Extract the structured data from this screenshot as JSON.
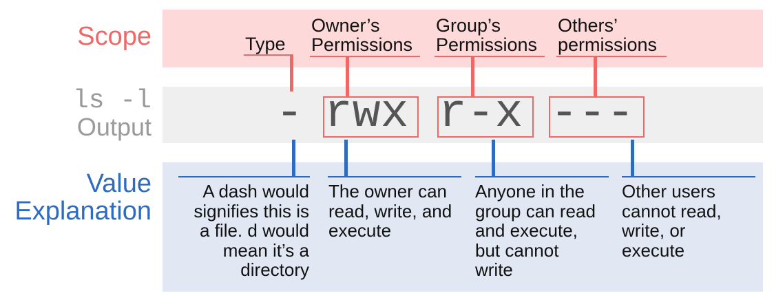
{
  "rows": {
    "scope": "Scope",
    "ls": "ls -l",
    "output": "Output",
    "value": "Value",
    "explanation": "Explanation"
  },
  "scope_labels": {
    "type": "Type",
    "owner_line1": "Owner’s",
    "owner_line2": "Permissions",
    "group_line1": "Group’s",
    "group_line2": "Permissions",
    "others_line1": "Others’",
    "others_line2": "permissions"
  },
  "output_glyphs": {
    "type": "-",
    "owner": "rwx",
    "group": "r-x",
    "others": "---"
  },
  "explanations": {
    "type": [
      "A dash would",
      "signifies this is",
      "a file. d would",
      "mean it’s a",
      "directory"
    ],
    "owner": [
      "The owner can",
      "read, write, and",
      "execute"
    ],
    "group": [
      "Anyone in the",
      "group can read",
      "and execute,",
      "but cannot",
      "write"
    ],
    "others": [
      "Other users",
      "cannot read,",
      "write, or",
      "execute"
    ]
  },
  "colors": {
    "scope": "#ee6868",
    "scope_band": "#fdd9d9",
    "output_band": "#efefef",
    "output_text": "#9a9a9a",
    "value": "#2f6bbf",
    "value_band": "#e1e8f4"
  }
}
